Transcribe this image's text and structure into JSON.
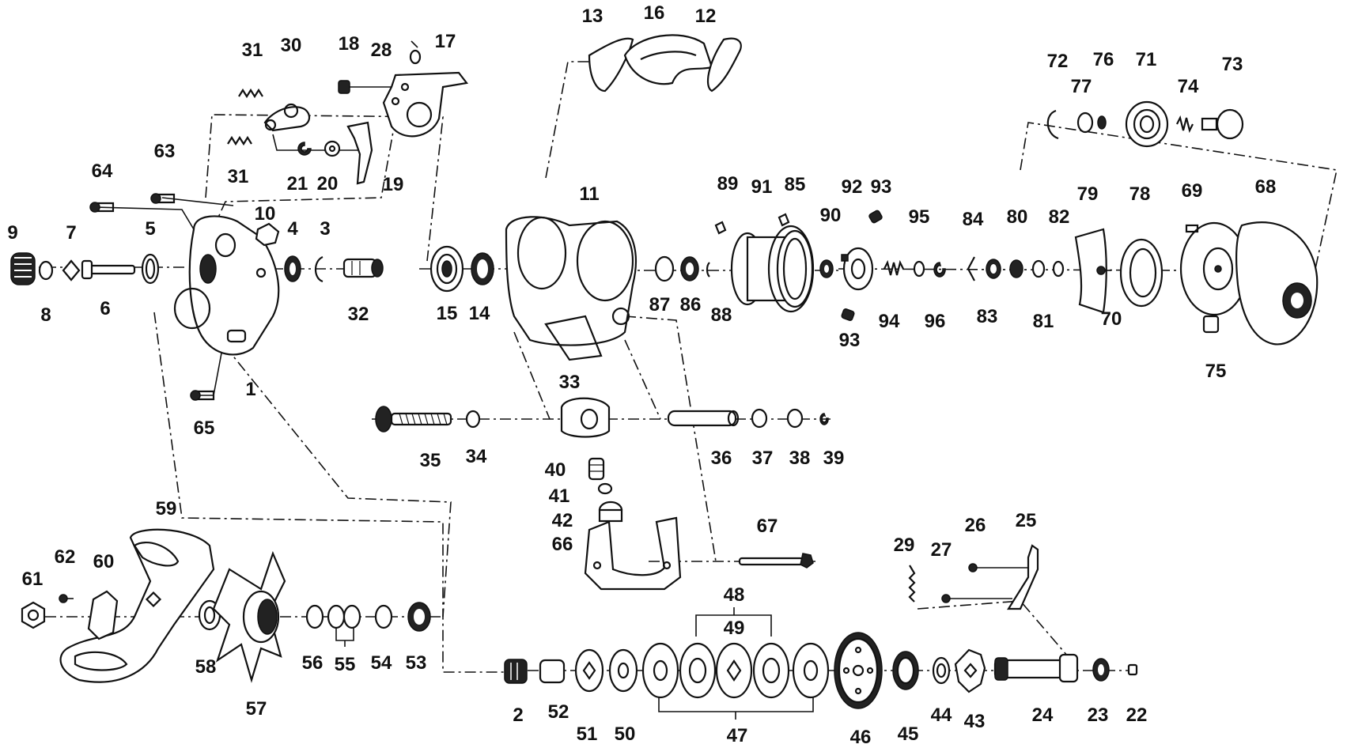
{
  "labels": {
    "p1": "1",
    "p2": "2",
    "p3": "3",
    "p4": "4",
    "p5": "5",
    "p6": "6",
    "p7": "7",
    "p8": "8",
    "p9": "9",
    "p10": "10",
    "p11": "11",
    "p12": "12",
    "p13": "13",
    "p14": "14",
    "p15": "15",
    "p16": "16",
    "p17": "17",
    "p18": "18",
    "p19": "19",
    "p20": "20",
    "p21": "21",
    "p22": "22",
    "p23": "23",
    "p24": "24",
    "p25": "25",
    "p26": "26",
    "p27": "27",
    "p28": "28",
    "p29": "29",
    "p30": "30",
    "p31a": "31",
    "p31b": "31",
    "p32": "32",
    "p33": "33",
    "p34": "34",
    "p35": "35",
    "p36": "36",
    "p37": "37",
    "p38": "38",
    "p39": "39",
    "p40": "40",
    "p41": "41",
    "p42": "42",
    "p43": "43",
    "p44": "44",
    "p45": "45",
    "p46": "46",
    "p47": "47",
    "p48": "48",
    "p49": "49",
    "p50": "50",
    "p51": "51",
    "p52": "52",
    "p53": "53",
    "p54": "54",
    "p55": "55",
    "p56": "56",
    "p57": "57",
    "p58": "58",
    "p59": "59",
    "p60": "60",
    "p61": "61",
    "p62": "62",
    "p63": "63",
    "p64": "64",
    "p65": "65",
    "p66": "66",
    "p67": "67",
    "p68": "68",
    "p69": "69",
    "p70": "70",
    "p71": "71",
    "p72": "72",
    "p73": "73",
    "p74": "74",
    "p75": "75",
    "p76": "76",
    "p77": "77",
    "p78": "78",
    "p79": "79",
    "p80": "80",
    "p81": "81",
    "p82": "82",
    "p83": "83",
    "p84": "84",
    "p85": "85",
    "p86": "86",
    "p87": "87",
    "p88": "88",
    "p89": "89",
    "p90": "90",
    "p91": "91",
    "p92": "92",
    "p93a": "93",
    "p93b": "93",
    "p94": "94",
    "p95": "95",
    "p96": "96"
  }
}
